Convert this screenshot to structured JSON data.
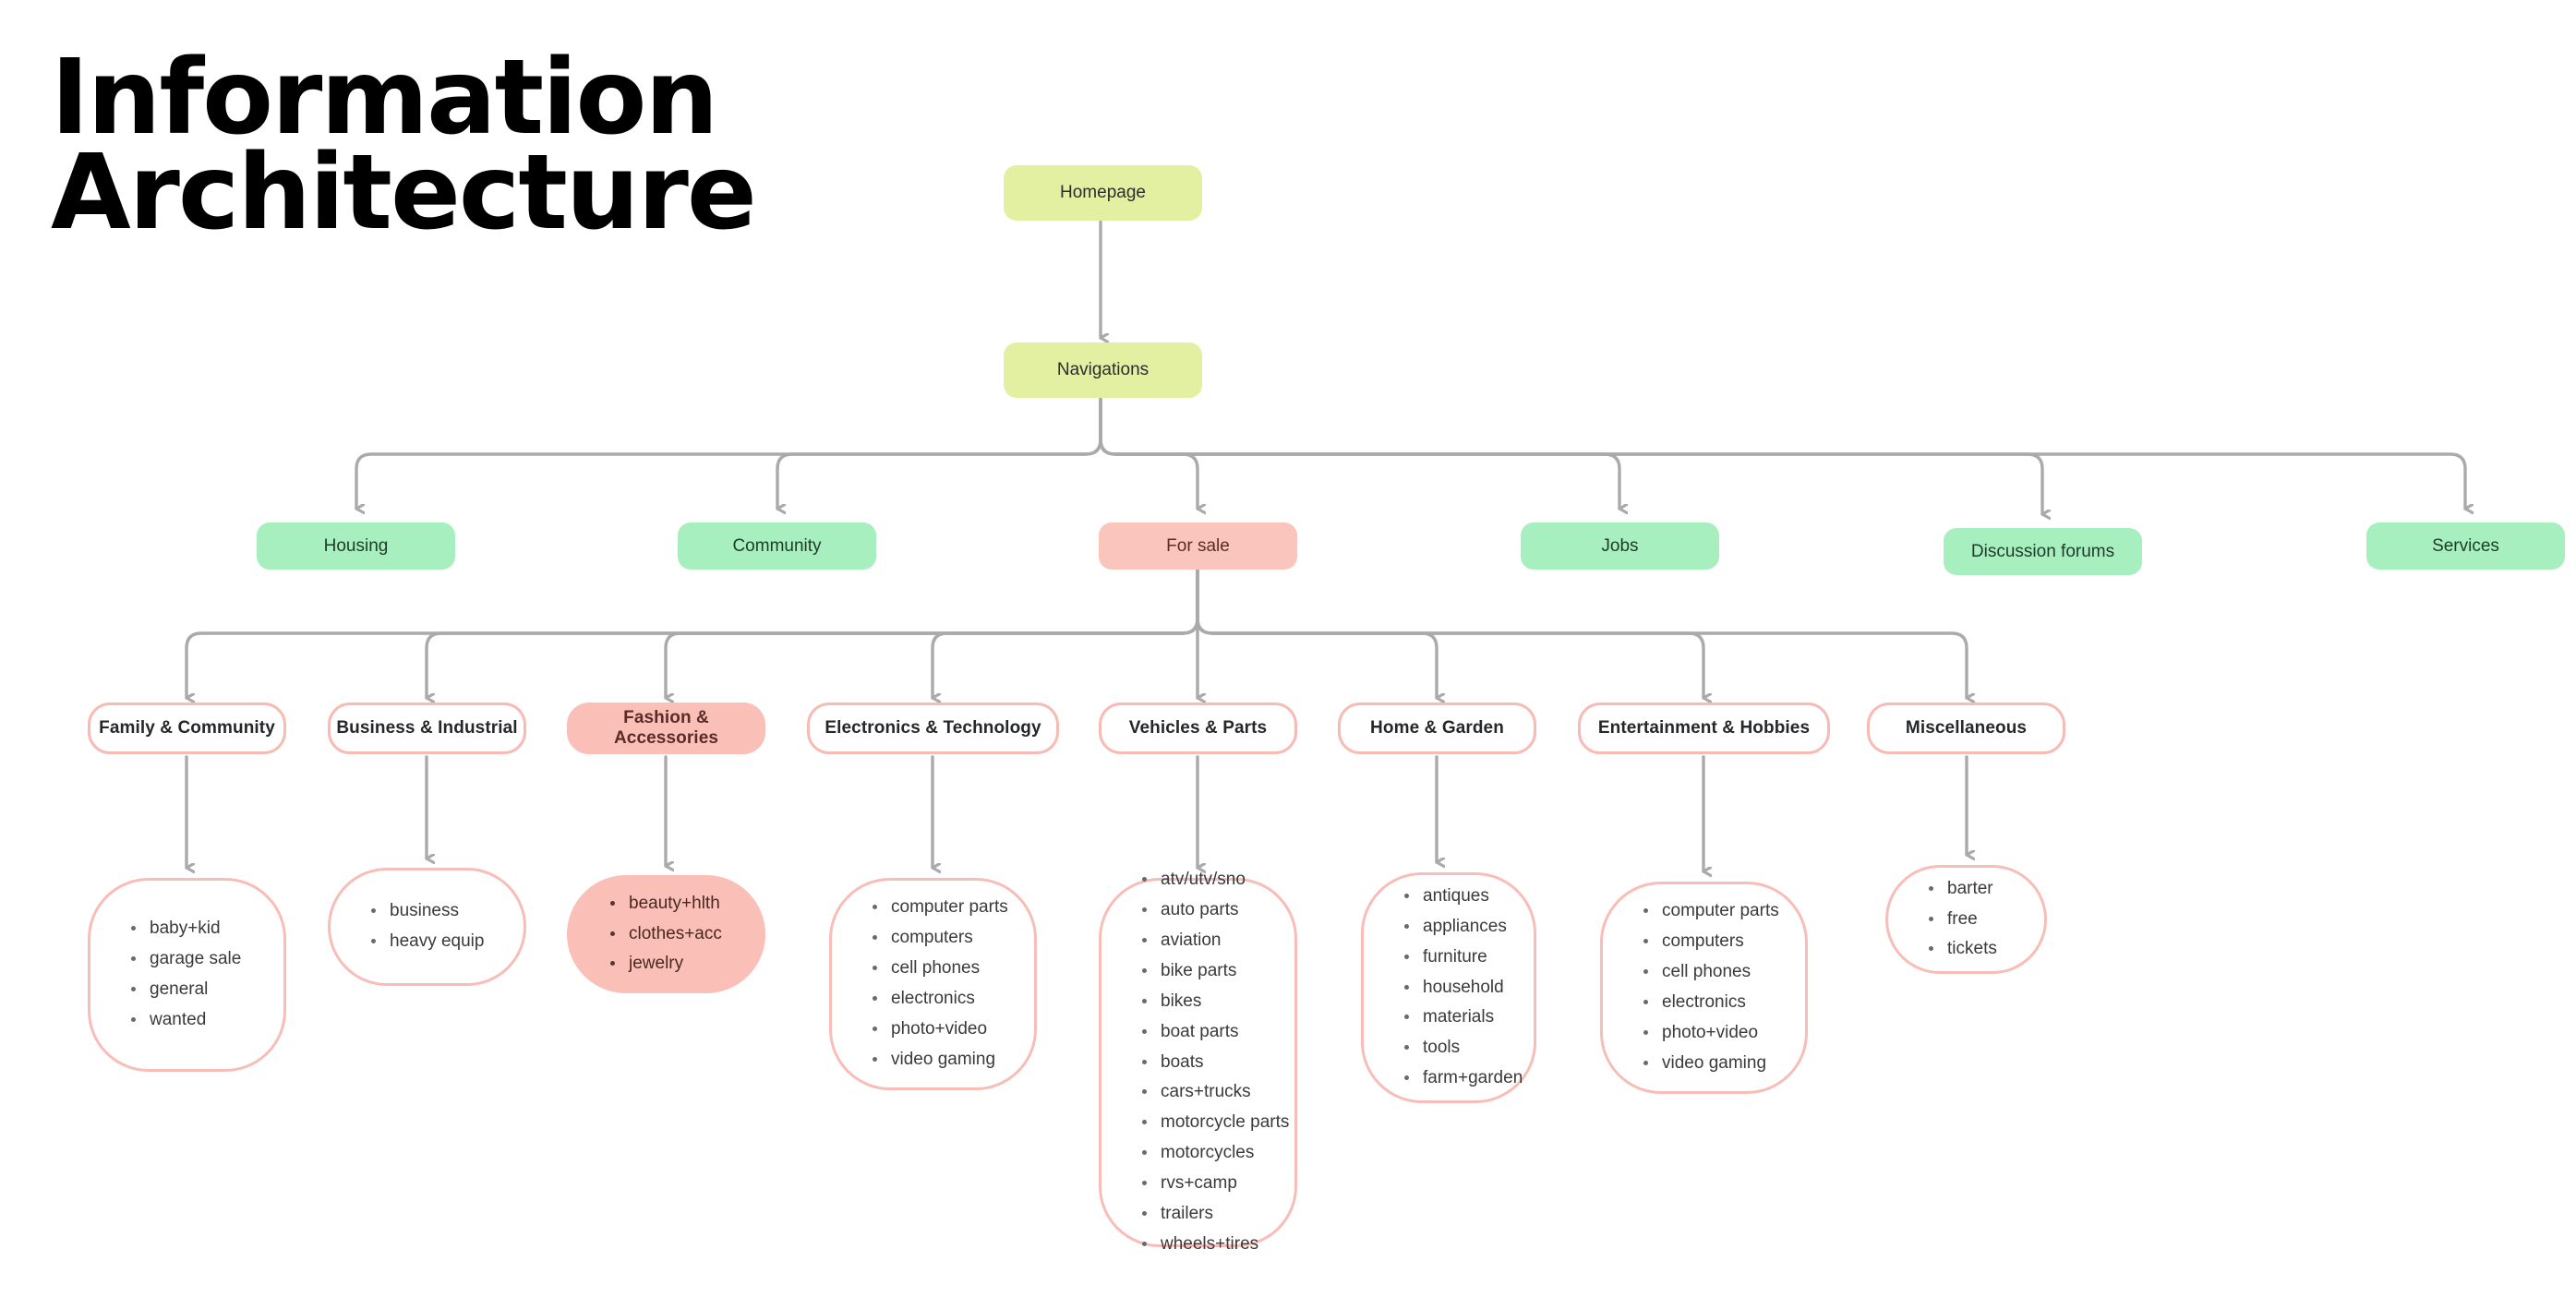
{
  "page": {
    "title_line1": "Information",
    "title_line2": "Architecture",
    "title": "Information\nArchitecture",
    "background": "#ffffff"
  },
  "colors": {
    "lime_fill": "#e3efa1",
    "mint_fill": "#a7efbf",
    "salmon_fill": "#fac5bd",
    "pink_border": "#f8bbb4",
    "connector_gray": "#aaaaaa",
    "text_dark": "#26272b",
    "list_text": "#3a3a3c"
  },
  "levels": {
    "root": {
      "label": "Homepage",
      "style": "pill-lime"
    },
    "nav": {
      "label": "Navigations",
      "style": "pill-lime"
    }
  },
  "sections": [
    {
      "label": "Housing",
      "style": "pill-mint",
      "highlight": false
    },
    {
      "label": "Community",
      "style": "pill-mint",
      "highlight": false
    },
    {
      "label": "For sale",
      "style": "pill-salmon",
      "highlight": true
    },
    {
      "label": "Jobs",
      "style": "pill-mint",
      "highlight": false
    },
    {
      "label": "Discussion forums",
      "style": "pill-mint",
      "highlight": false
    },
    {
      "label": "Services",
      "style": "pill-mint",
      "highlight": false
    }
  ],
  "categories": [
    {
      "label": "Family & Community",
      "highlight": false,
      "items": [
        "baby+kid",
        "garage sale",
        "general",
        "wanted"
      ]
    },
    {
      "label": "Business & Industrial",
      "highlight": false,
      "items": [
        "business",
        "heavy equip"
      ]
    },
    {
      "label": "Fashion & Accessories",
      "highlight": true,
      "items": [
        "beauty+hlth",
        "clothes+acc",
        "jewelry"
      ]
    },
    {
      "label": "Electronics & Technology",
      "highlight": false,
      "items": [
        "computer parts",
        "computers",
        "cell phones",
        "electronics",
        "photo+video",
        "video gaming"
      ]
    },
    {
      "label": "Vehicles & Parts",
      "highlight": false,
      "items": [
        "atv/utv/sno",
        "auto parts",
        "aviation",
        "bike parts",
        "bikes",
        "boat parts",
        "boats",
        "cars+trucks",
        "motorcycle parts",
        "motorcycles",
        "rvs+camp",
        "trailers",
        "wheels+tires"
      ]
    },
    {
      "label": "Home & Garden",
      "highlight": false,
      "items": [
        "antiques",
        "appliances",
        "furniture",
        "household",
        "materials",
        "tools",
        "farm+garden"
      ]
    },
    {
      "label": "Entertainment & Hobbies",
      "highlight": false,
      "items": [
        "computer parts",
        "computers",
        "cell phones",
        "electronics",
        "photo+video",
        "video gaming"
      ]
    },
    {
      "label": "Miscellaneous",
      "highlight": false,
      "items": [
        "barter",
        "free",
        "tickets"
      ]
    }
  ]
}
